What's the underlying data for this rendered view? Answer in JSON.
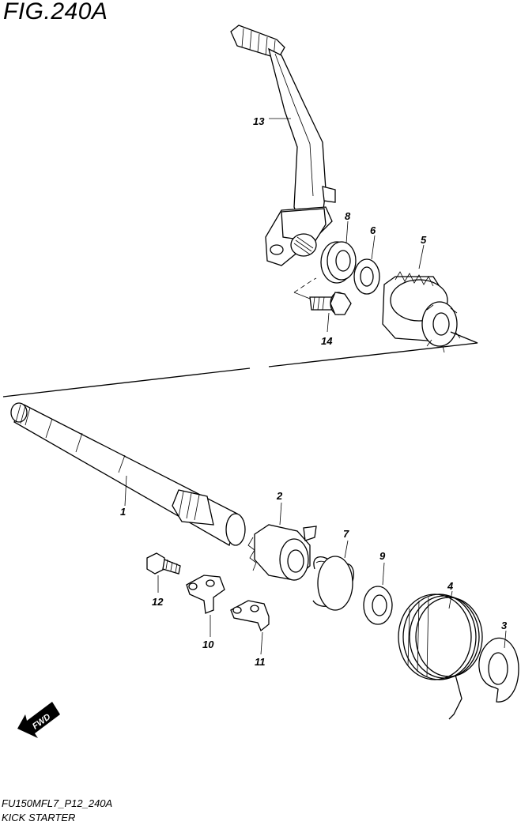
{
  "figure": {
    "title": "FIG.240A",
    "code": "FU150MFL7_P12_240A",
    "caption": "KICK STARTER"
  },
  "direction_arrow": {
    "label": "FWD"
  },
  "parts": [
    {
      "no": "1"
    },
    {
      "no": "2"
    },
    {
      "no": "3"
    },
    {
      "no": "4"
    },
    {
      "no": "5"
    },
    {
      "no": "6"
    },
    {
      "no": "7"
    },
    {
      "no": "8"
    },
    {
      "no": "9"
    },
    {
      "no": "10"
    },
    {
      "no": "11"
    },
    {
      "no": "12"
    },
    {
      "no": "13"
    },
    {
      "no": "14"
    }
  ]
}
